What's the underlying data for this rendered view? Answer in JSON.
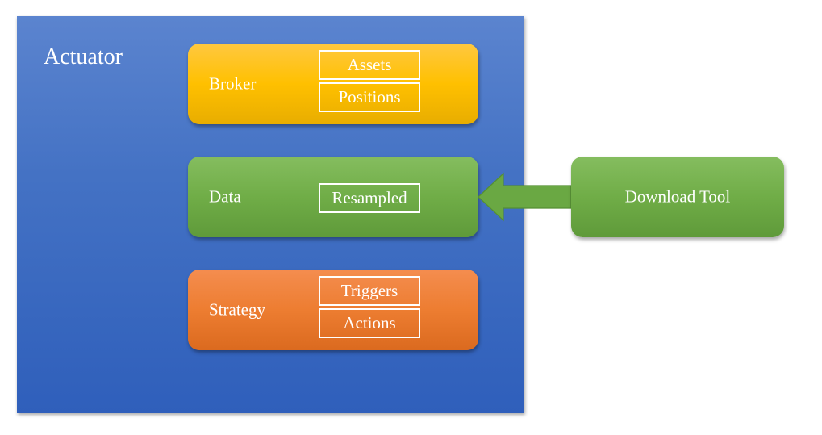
{
  "diagram": {
    "container": {
      "title": "Actuator",
      "color": "#4472c4"
    },
    "modules": [
      {
        "label": "Broker",
        "color": "#ffc000",
        "items": [
          "Assets",
          "Positions"
        ]
      },
      {
        "label": "Data",
        "color": "#70ad47",
        "items": [
          "Resampled"
        ]
      },
      {
        "label": "Strategy",
        "color": "#ed7d31",
        "items": [
          "Triggers",
          "Actions"
        ]
      }
    ],
    "external": {
      "label": "Download Tool",
      "color": "#70ad47"
    },
    "arrow": {
      "from": "Download Tool",
      "to": "Data",
      "color": "#70ad47"
    }
  }
}
